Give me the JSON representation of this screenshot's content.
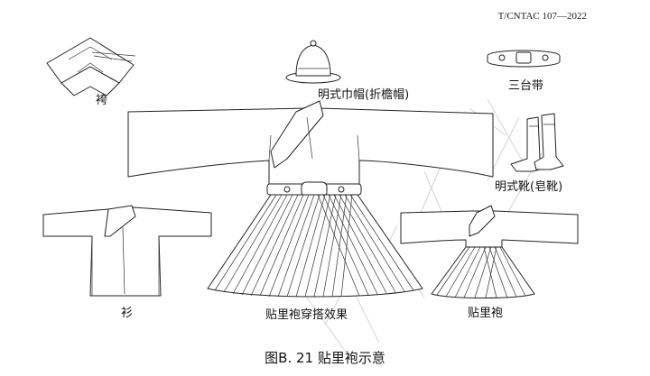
{
  "header": {
    "doc_id": "T/CNTAC 107—2022"
  },
  "labels": {
    "trousers": "袴",
    "hat": "明式巾帽(折檐帽)",
    "belt": "三台带",
    "boots": "明式靴(皂靴)",
    "shirt": "衫",
    "ensemble": "贴里袍穿搭效果",
    "robe": "贴里袍"
  },
  "caption": "图B. 21  贴里袍示意"
}
